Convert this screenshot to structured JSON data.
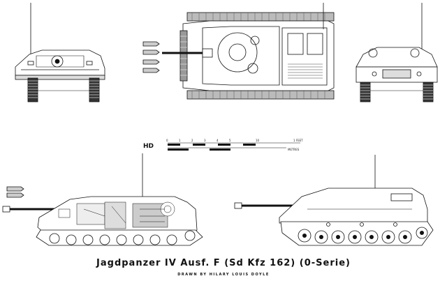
{
  "drawing": {
    "title": "Jagdpanzer IV  Ausf. F  (Sd Kfz 162) (0-Serie)",
    "credit": "DRAWN BY HILARY LOUIS DOYLE",
    "logo": "HD",
    "scale_labels": [
      "0",
      "1",
      "2",
      "3",
      "4",
      "5",
      "10",
      "1 FEET",
      "METRES"
    ]
  }
}
